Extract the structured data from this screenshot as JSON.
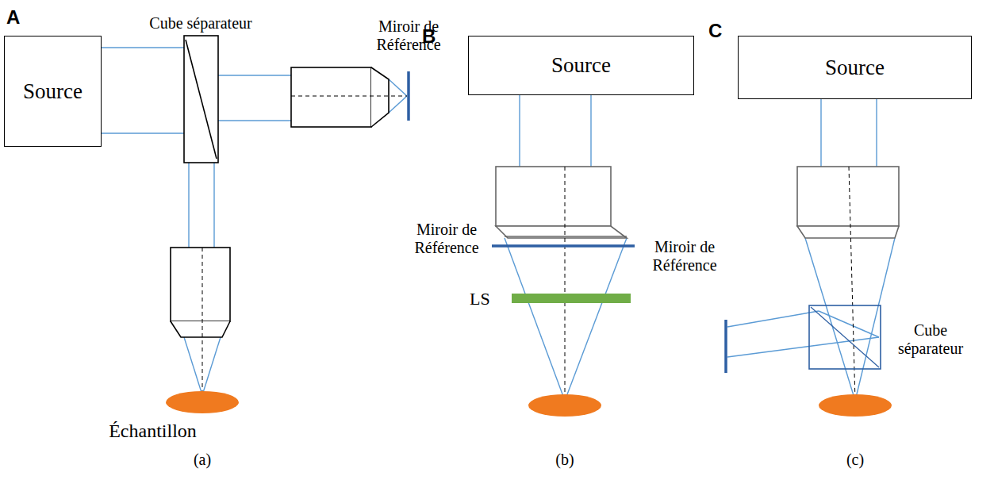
{
  "diagram": {
    "nodes": [
      {
        "text": [
          "Source"
        ]
      },
      {
        "text": [
          "Source"
        ]
      },
      {
        "text": [
          "Source"
        ]
      }
    ],
    "labels": [
      "A",
      "Cube séparateur",
      "Miroir de Référence",
      "Échantillon",
      "(a)",
      "B",
      "Miroir de Référence",
      "LS",
      "(b)",
      "C",
      "Miroir de Référence",
      "Cube séparateur",
      "(c)"
    ]
  }
}
